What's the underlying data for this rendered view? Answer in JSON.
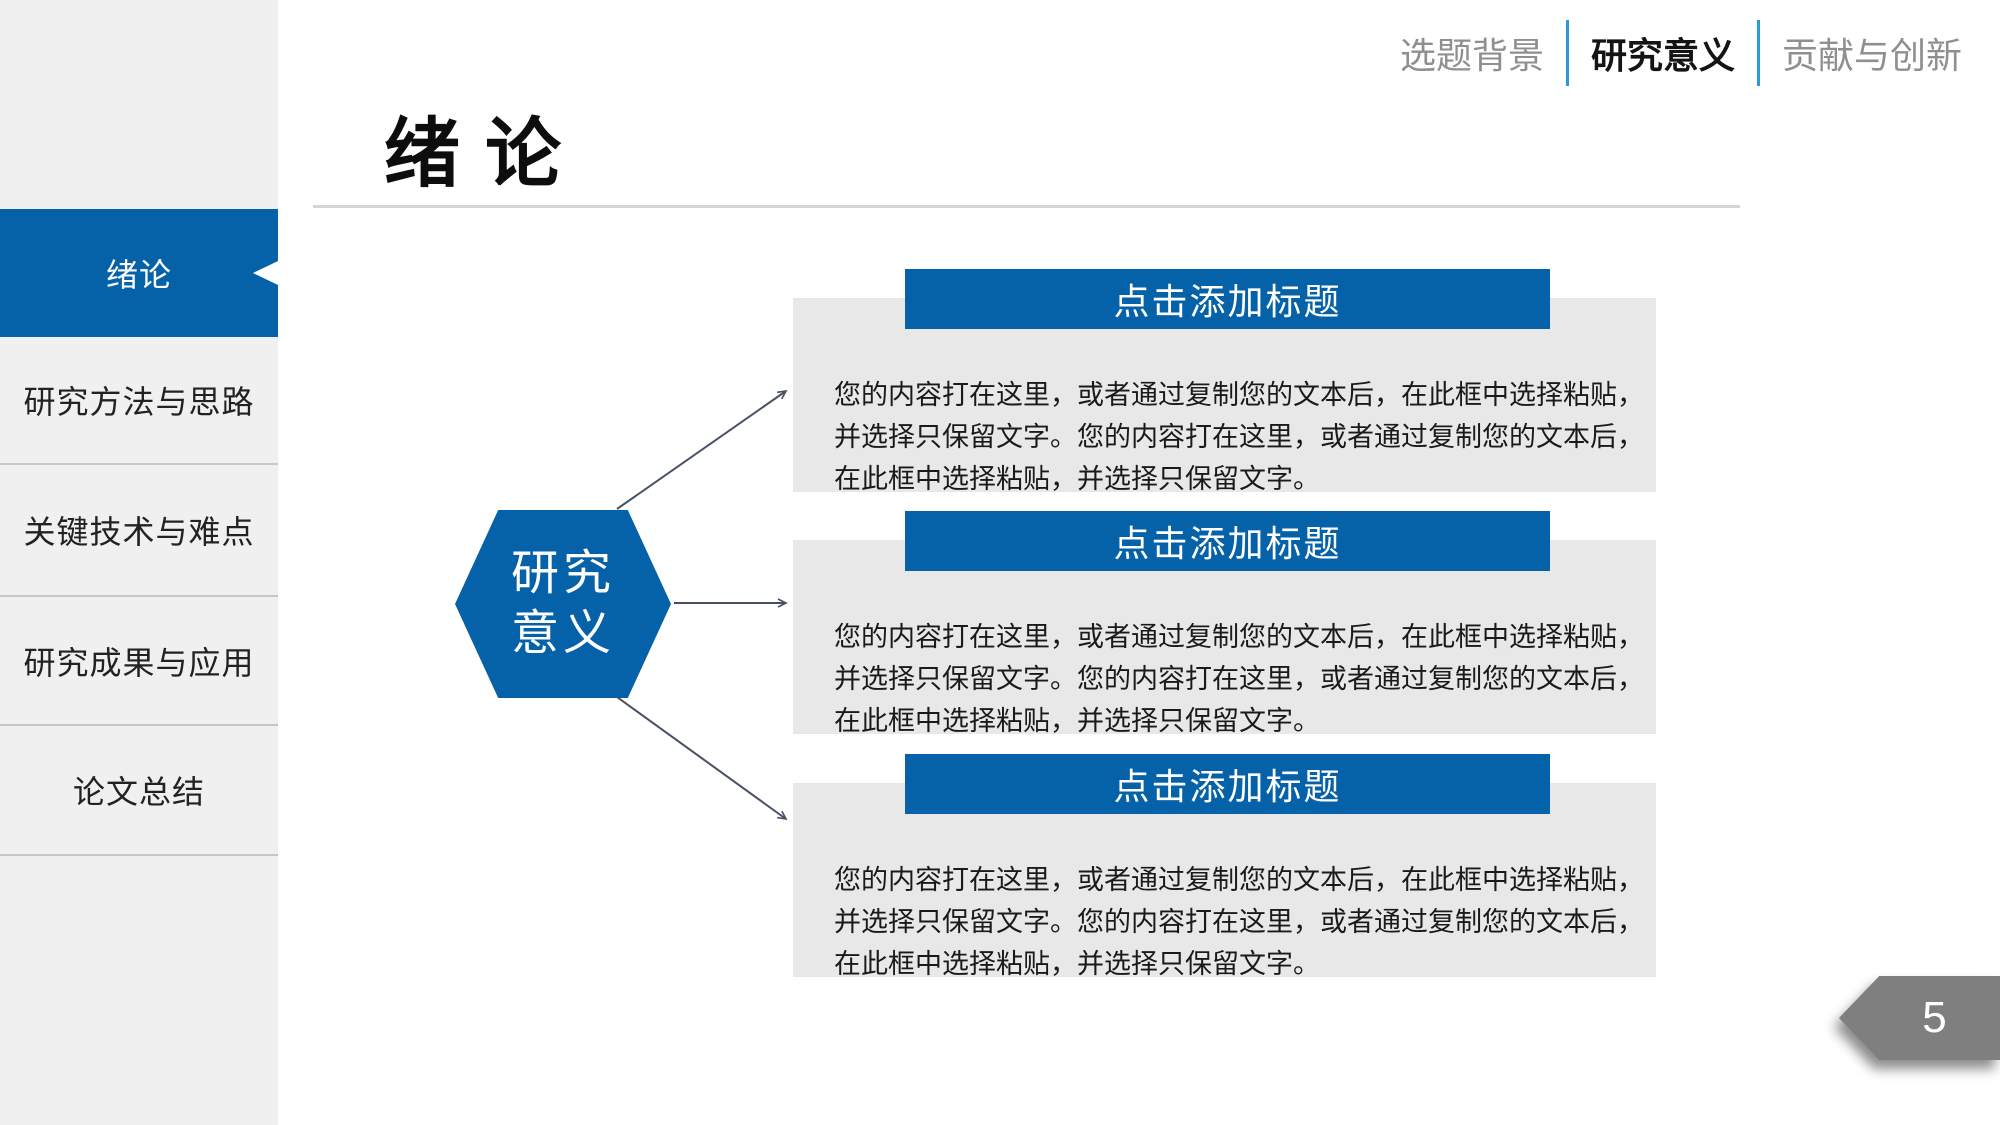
{
  "slide": {
    "title": "绪 论",
    "page_number": "5"
  },
  "top_nav": {
    "items": [
      {
        "label": "选题背景",
        "active": false
      },
      {
        "label": "研究意义",
        "active": true
      },
      {
        "label": "贡献与创新",
        "active": false
      }
    ]
  },
  "sidebar": {
    "items": [
      {
        "label": "绪论",
        "active": true
      },
      {
        "label": "研究方法与思路",
        "active": false
      },
      {
        "label": "关键技术与难点",
        "active": false
      },
      {
        "label": "研究成果与应用",
        "active": false
      },
      {
        "label": "论文总结",
        "active": false
      }
    ]
  },
  "diagram": {
    "hexagon": {
      "line1": "研究",
      "line2": "意义"
    },
    "blocks": [
      {
        "title": "点击添加标题",
        "body": "您的内容打在这里，或者通过复制您的文本后，在此框中选择粘贴，并选择只保留文字。您的内容打在这里，或者通过复制您的文本后，在此框中选择粘贴，并选择只保留文字。"
      },
      {
        "title": "点击添加标题",
        "body": "您的内容打在这里，或者通过复制您的文本后，在此框中选择粘贴，并选择只保留文字。您的内容打在这里，或者通过复制您的文本后，在此框中选择粘贴，并选择只保留文字。"
      },
      {
        "title": "点击添加标题",
        "body": "您的内容打在这里，或者通过复制您的文本后，在此框中选择粘贴，并选择只保留文字。您的内容打在这里，或者通过复制您的文本后，在此框中选择粘贴，并选择只保留文字。"
      }
    ]
  },
  "colors": {
    "accent_blue": "#0562a9",
    "block_gray": "#e8e8e8",
    "sidebar_gray": "#f0f0f1",
    "nav_divider_blue": "#2d9ad8",
    "inactive_nav_text": "#8f8f8f",
    "arrow": "#475063",
    "flag_gray": "#7f7f7f"
  }
}
